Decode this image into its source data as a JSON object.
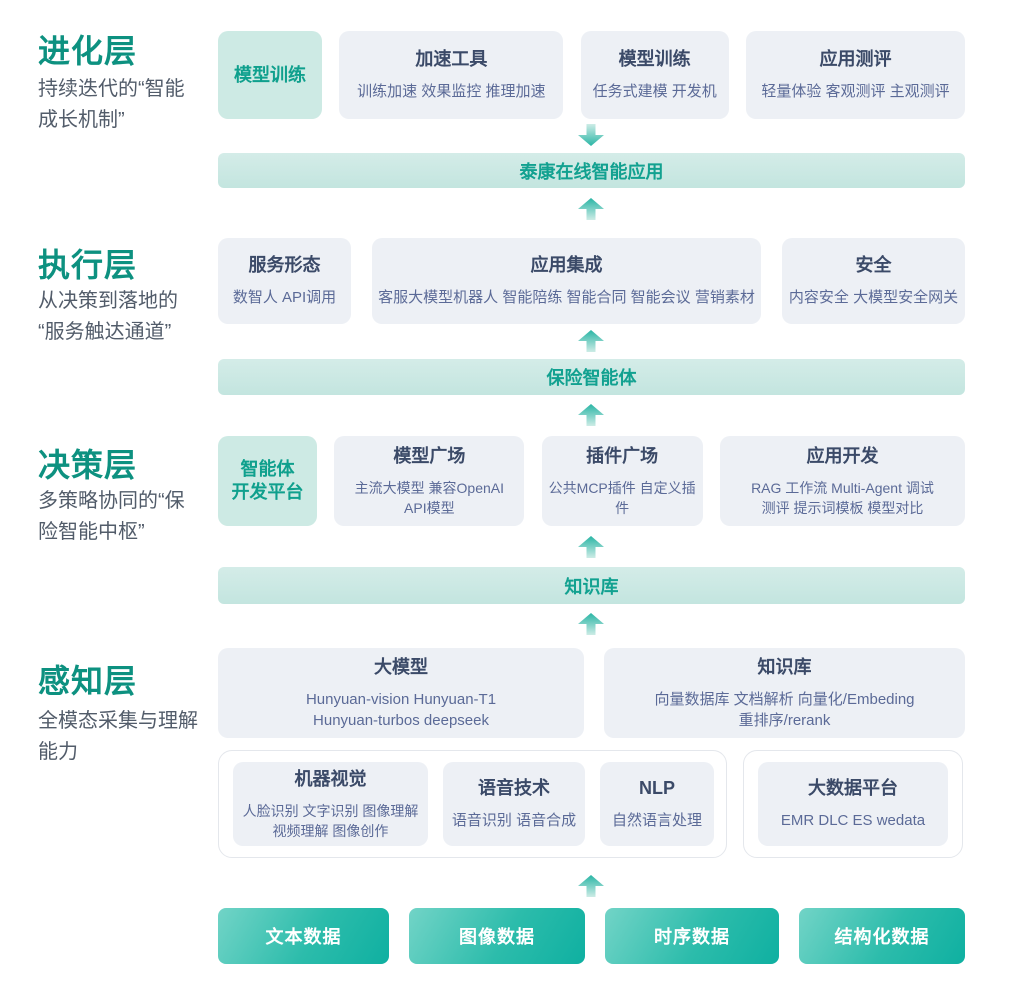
{
  "colors": {
    "accent_green": "#0d9180",
    "card_bg": "#edf0f5",
    "card_title": "#3b4a68",
    "card_sub": "#5b6a97",
    "green_card_bg": "#cdeae4",
    "green_card_text": "#0fa08d",
    "banner_bg": "#c9e7e2",
    "banner_text": "#12a190",
    "button_teal_from": "#72d4c7",
    "button_teal_to": "#0fb0a1"
  },
  "layers": {
    "evolution": {
      "title": "进化层",
      "subtitle": [
        "持续迭代的“智能",
        "成长机制”"
      ],
      "cards": {
        "model_training_green": {
          "title": "模型训练"
        },
        "accel_tools": {
          "title": "加速工具",
          "items": [
            "训练加速 效果监控 推理加速"
          ]
        },
        "model_training": {
          "title": "模型训练",
          "items": [
            "任务式建模 开发机"
          ]
        },
        "app_eval": {
          "title": "应用测评",
          "items": [
            "轻量体验 客观测评 主观测评"
          ]
        }
      }
    },
    "execution": {
      "title": "执行层",
      "subtitle": [
        "从决策到落地的",
        "“服务触达通道”"
      ],
      "cards": {
        "service_forms": {
          "title": "服务形态",
          "items": [
            "数智人  API调用"
          ]
        },
        "app_integration": {
          "title": "应用集成",
          "items": [
            "客服大模型机器人 智能陪练 智能合同 智能会议 营销素材"
          ]
        },
        "security": {
          "title": "安全",
          "items": [
            "内容安全 大模型安全网关"
          ]
        }
      }
    },
    "decision": {
      "title": "决策层",
      "subtitle": [
        "多策略协同的“保",
        "险智能中枢”"
      ],
      "cards": {
        "agent_platform_green": {
          "title_lines": [
            "智能体",
            "开发平台"
          ]
        },
        "model_square": {
          "title": "模型广场",
          "items": [
            "主流大模型  兼容OpenAI",
            "API模型"
          ]
        },
        "plugin_square": {
          "title": "插件广场",
          "items": [
            "公共MCP插件 自定义插件"
          ]
        },
        "app_dev": {
          "title": "应用开发",
          "items": [
            "RAG 工作流 Multi-Agent 调试",
            "测评 提示词模板 模型对比"
          ]
        }
      }
    },
    "perception": {
      "title": "感知层",
      "subtitle": [
        "全模态采集与理解",
        "能力"
      ],
      "cards": {
        "llm": {
          "title": "大模型",
          "items": [
            "Hunyuan-vision Hunyuan-T1",
            "Hunyuan-turbos deepseek"
          ]
        },
        "kb": {
          "title": "知识库",
          "items": [
            "向量数据库  文档解析 向量化/Embeding",
            "重排序/rerank"
          ]
        },
        "cv": {
          "title": "机器视觉",
          "items": [
            "人脸识别 文字识别 图像理解",
            "视频理解 图像创作"
          ]
        },
        "speech": {
          "title": "语音技术",
          "items": [
            "语音识别 语音合成"
          ]
        },
        "nlp": {
          "title": "NLP",
          "items": [
            "自然语言处理"
          ]
        },
        "bigdata": {
          "title": "大数据平台",
          "items": [
            "EMR DLC ES wedata"
          ]
        }
      }
    }
  },
  "banners": {
    "taikang_app": "泰康在线智能应用",
    "insurance_agent": "保险智能体",
    "knowledge_base": "知识库"
  },
  "data_sources": [
    "文本数据",
    "图像数据",
    "时序数据",
    "结构化数据"
  ]
}
